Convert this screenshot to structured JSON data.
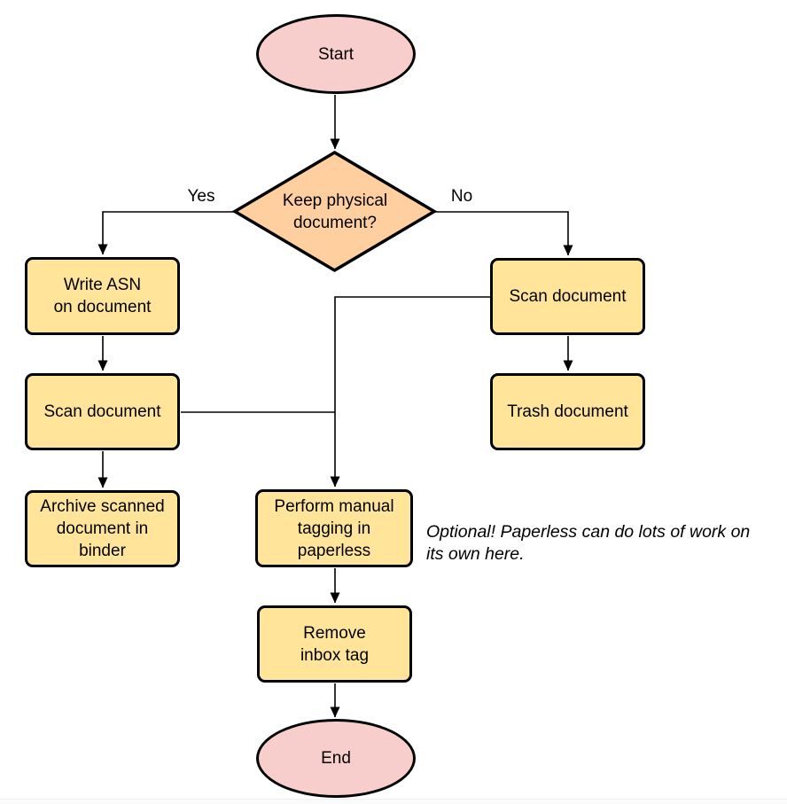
{
  "colors": {
    "pink": "#f8cecc",
    "orange": "#ffcfa0",
    "yellow": "#ffe499",
    "stroke": "#000000"
  },
  "nodes": {
    "start": {
      "label": "Start"
    },
    "decision": {
      "lines": [
        "Keep physical",
        "document?"
      ]
    },
    "write_asn": {
      "lines": [
        "Write ASN",
        "on document"
      ]
    },
    "scan_left": {
      "label": "Scan document"
    },
    "archive": {
      "lines": [
        "Archive scanned",
        "document in",
        "binder"
      ]
    },
    "scan_right": {
      "label": "Scan document"
    },
    "trash": {
      "label": "Trash document"
    },
    "perform": {
      "lines": [
        "Perform manual",
        "tagging in",
        "paperless"
      ]
    },
    "remove": {
      "lines": [
        "Remove",
        "inbox tag"
      ]
    },
    "end": {
      "label": "End"
    }
  },
  "edges": [
    {
      "from": "start",
      "to": "decision"
    },
    {
      "from": "decision",
      "to": "write_asn",
      "label": "Yes"
    },
    {
      "from": "decision",
      "to": "scan_right",
      "label": "No"
    },
    {
      "from": "write_asn",
      "to": "scan_left"
    },
    {
      "from": "scan_left",
      "to": "archive"
    },
    {
      "from": "scan_right",
      "to": "trash"
    },
    {
      "from": "scan_right",
      "to": "perform"
    },
    {
      "from": "scan_left",
      "to": "perform"
    },
    {
      "from": "perform",
      "to": "remove"
    },
    {
      "from": "remove",
      "to": "end"
    }
  ],
  "note": {
    "lines": [
      "Optional! Paperless can do lots of work on",
      "its own here."
    ]
  }
}
